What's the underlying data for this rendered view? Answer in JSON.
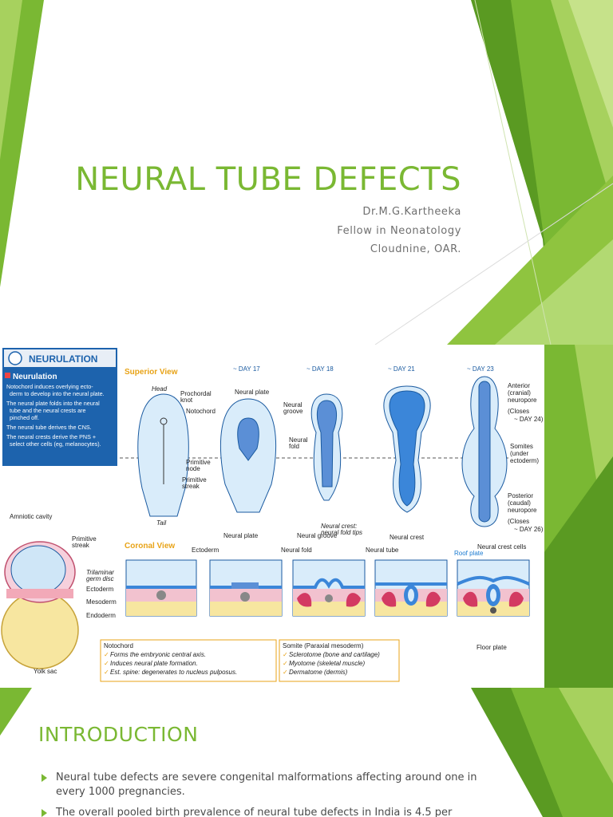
{
  "slide1": {
    "title": "NEURAL TUBE DEFECTS",
    "author": "Dr.M.G.Kartheeka",
    "role": "Fellow in Neonatology",
    "affiliation": "Cloudnine, OAR."
  },
  "figure": {
    "badge_title": "NEURULATION",
    "box_heading": "Neurulation",
    "box_points": [
      "Notochord induces overlying ecto-",
      "derm to develop into the neural plate.",
      "The neural plate folds into the neural",
      "tube and the neural crests are",
      "pinched off.",
      "The neural tube derives the CNS.",
      "The neural crests derive the PNS +",
      "select other cells (eg, melanocytes)."
    ],
    "superior_view": "Superior View",
    "coronal_view": "Coronal View",
    "days": [
      "~ DAY 17",
      "~ DAY 18",
      "~ DAY 21",
      "~ DAY 23"
    ],
    "labels": {
      "head": "Head",
      "tail": "Tail",
      "prochordal": "Prochordal",
      "knot": "knot",
      "notochord": "Notochord",
      "primitive": "Primitive",
      "node": "node",
      "streak": "streak",
      "neural_plate": "Neural plate",
      "neural_groove_1": "Neural",
      "neural_groove_2": "groove",
      "neural_fold_1": "Neural",
      "neural_fold_2": "fold",
      "anterior": "Anterior",
      "cranial": "(cranial)",
      "neuropore": "neuropore",
      "closes": "(Closes",
      "day24": "~ DAY 24)",
      "somites": "Somites",
      "under": "(under",
      "ectoderm_paren": "ectoderm)",
      "posterior": "Posterior",
      "caudal": "(caudal)",
      "day26": "~ DAY 26)",
      "amniotic": "Amniotic cavity",
      "prim_streak_1": "Primitive",
      "prim_streak_2": "streak",
      "trilaminar_1": "Trilaminar",
      "trilaminar_2": "germ disc",
      "ectoderm": "Ectoderm",
      "mesoderm": "Mesoderm",
      "endoderm": "Endoderm",
      "yolk": "Yolk sac",
      "c_ectoderm": "Ectoderm",
      "c_neural_plate": "Neural plate",
      "c_neural_fold": "Neural fold",
      "c_neural_groove": "Neural groove",
      "c_crest_1": "Neural crest:",
      "c_crest_2": "neural fold tips",
      "c_neural_tube": "Neural tube",
      "c_neural_crest": "Neural crest",
      "roof_plate": "Roof plate",
      "crest_cells": "Neural crest cells",
      "floor_plate": "Floor plate"
    },
    "notochord_box": [
      "Notochord",
      "Forms the embryonic central axis.",
      "Induces neural plate formation.",
      "Est. spine: degenerates to nucleus pulposus."
    ],
    "somite_box": [
      "Somite (Paraxial mesoderm)",
      "Sclerotome (bone and cartilage)",
      "Myotome (skeletal muscle)",
      "Dermatome (dermis)"
    ]
  },
  "slide3": {
    "heading": "INTRODUCTION",
    "bullets": [
      "Neural tube defects are severe congenital malformations affecting around one in every 1000 pregnancies.",
      "The overall pooled birth prevalence of neural tube defects in India is 4.5 per"
    ]
  },
  "colors": {
    "accent": "#7ab833",
    "accent_dark": "#4e8a1a",
    "figure_blue": "#1a5aa0"
  }
}
